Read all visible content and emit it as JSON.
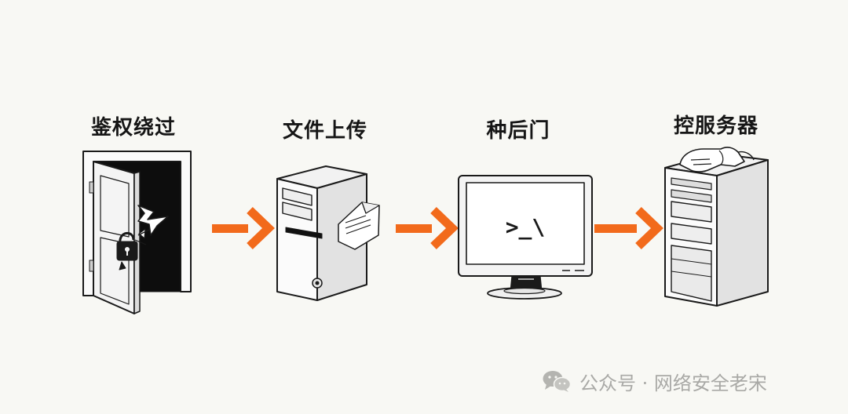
{
  "steps": [
    {
      "label": "鉴权绕过",
      "icon": "broken-lock-door-icon"
    },
    {
      "label": "文件上传",
      "icon": "server-upload-icon"
    },
    {
      "label": "种后门",
      "icon": "terminal-monitor-icon"
    },
    {
      "label": "控服务器",
      "icon": "controlled-server-icon"
    }
  ],
  "terminal_prompt": ">_\\",
  "colors": {
    "arrow": "#f26a1b",
    "ink": "#1a1a1a",
    "background": "#f8f8f4",
    "footer": "#a9a9a6"
  },
  "footer": {
    "text": "公众号 · 网络安全老宋",
    "icon": "wechat-icon"
  }
}
